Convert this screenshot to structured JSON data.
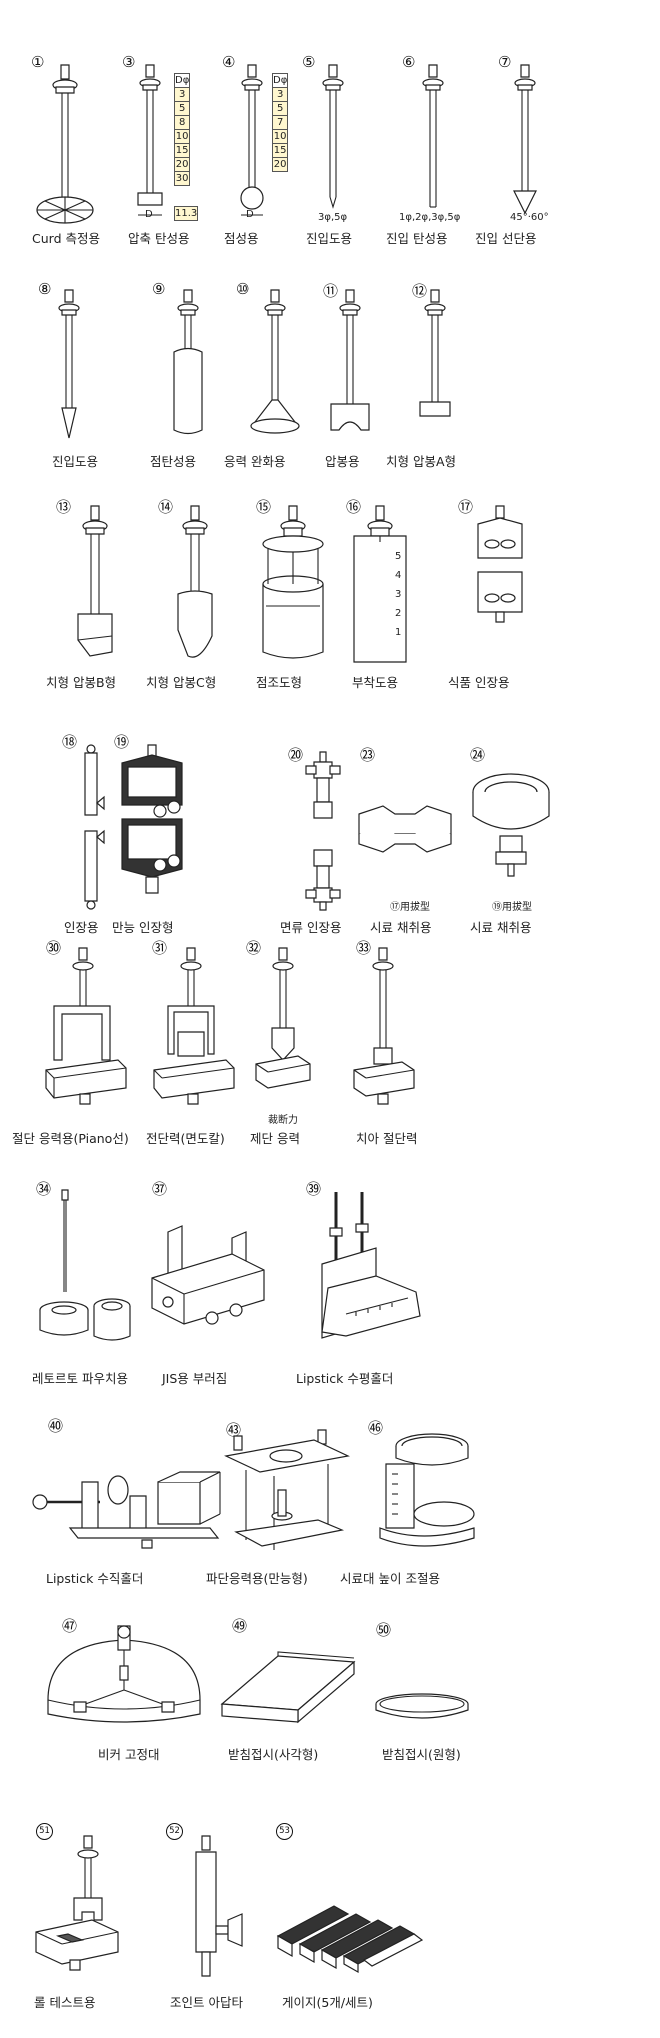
{
  "items": [
    {
      "num": "①",
      "cap": "Curd 측정용"
    },
    {
      "num": "③",
      "cap": "압축 탄성용",
      "dim": "D"
    },
    {
      "num": "④",
      "cap": "점성용",
      "dim": "D"
    },
    {
      "num": "⑤",
      "cap": "진입도용",
      "dim": "3φ,5φ"
    },
    {
      "num": "⑥",
      "cap": "진입 탄성용",
      "dim": "1φ,2φ,3φ,5φ"
    },
    {
      "num": "⑦",
      "cap": "진입 선단용",
      "dim": "45°·60°"
    },
    {
      "num": "⑧",
      "cap": "진입도용"
    },
    {
      "num": "⑨",
      "cap": "점탄성용"
    },
    {
      "num": "⑩",
      "cap": "응력 완화용"
    },
    {
      "num": "⑪",
      "cap": "압봉용"
    },
    {
      "num": "⑫",
      "cap": "치형 압봉A형"
    },
    {
      "num": "⑬",
      "cap": "치형 압봉B형"
    },
    {
      "num": "⑭",
      "cap": "치형 압봉C형"
    },
    {
      "num": "⑮",
      "cap": "점조도형"
    },
    {
      "num": "⑯",
      "cap": "부착도용",
      "scale": [
        "5",
        "4",
        "3",
        "2",
        "1"
      ]
    },
    {
      "num": "⑰",
      "cap": "식품 인장용"
    },
    {
      "num": "⑱",
      "cap": "인장용"
    },
    {
      "num": "⑲",
      "cap": "만능 인장형"
    },
    {
      "num": "⑳",
      "cap": "면류 인장용"
    },
    {
      "num": "㉓",
      "cap": "시료 채취용",
      "note": "⑰用拔型"
    },
    {
      "num": "㉔",
      "cap": "시료 채취용",
      "note": "⑲用拔型"
    },
    {
      "num": "㉚",
      "cap": "절단 응력용(Piano선)"
    },
    {
      "num": "㉛",
      "cap": "전단력(면도칼)"
    },
    {
      "num": "㉜",
      "cap": "제단 응력",
      "note": "裁断力"
    },
    {
      "num": "㉝",
      "cap": "치아 절단력"
    },
    {
      "num": "㉞",
      "cap": "레토르토 파우치용"
    },
    {
      "num": "㊲",
      "cap": "JIS용 부러짐"
    },
    {
      "num": "㊴",
      "cap": "Lipstick 수평홀더"
    },
    {
      "num": "㊵",
      "cap": "Lipstick 수직홀더"
    },
    {
      "num": "㊸",
      "cap": "파단응력용(만능형)"
    },
    {
      "num": "㊻",
      "cap": "시료대 높이 조절용"
    },
    {
      "num": "㊼",
      "cap": "비커 고정대"
    },
    {
      "num": "㊾",
      "cap": "받침접시(사각형)"
    },
    {
      "num": "㊿",
      "cap": "받침접시(원형)"
    },
    {
      "num": "51",
      "cap": "롤 테스트용"
    },
    {
      "num": "52",
      "cap": "조인트 아답타"
    },
    {
      "num": "53",
      "cap": "게이지(5개/세트)"
    }
  ],
  "table3": {
    "header": "Dφ",
    "rows": [
      "3",
      "5",
      "8",
      "10",
      "15",
      "20",
      "30"
    ],
    "extra": "11.3"
  },
  "table4": {
    "header": "Dφ",
    "rows": [
      "3",
      "5",
      "7",
      "10",
      "15",
      "20"
    ]
  }
}
